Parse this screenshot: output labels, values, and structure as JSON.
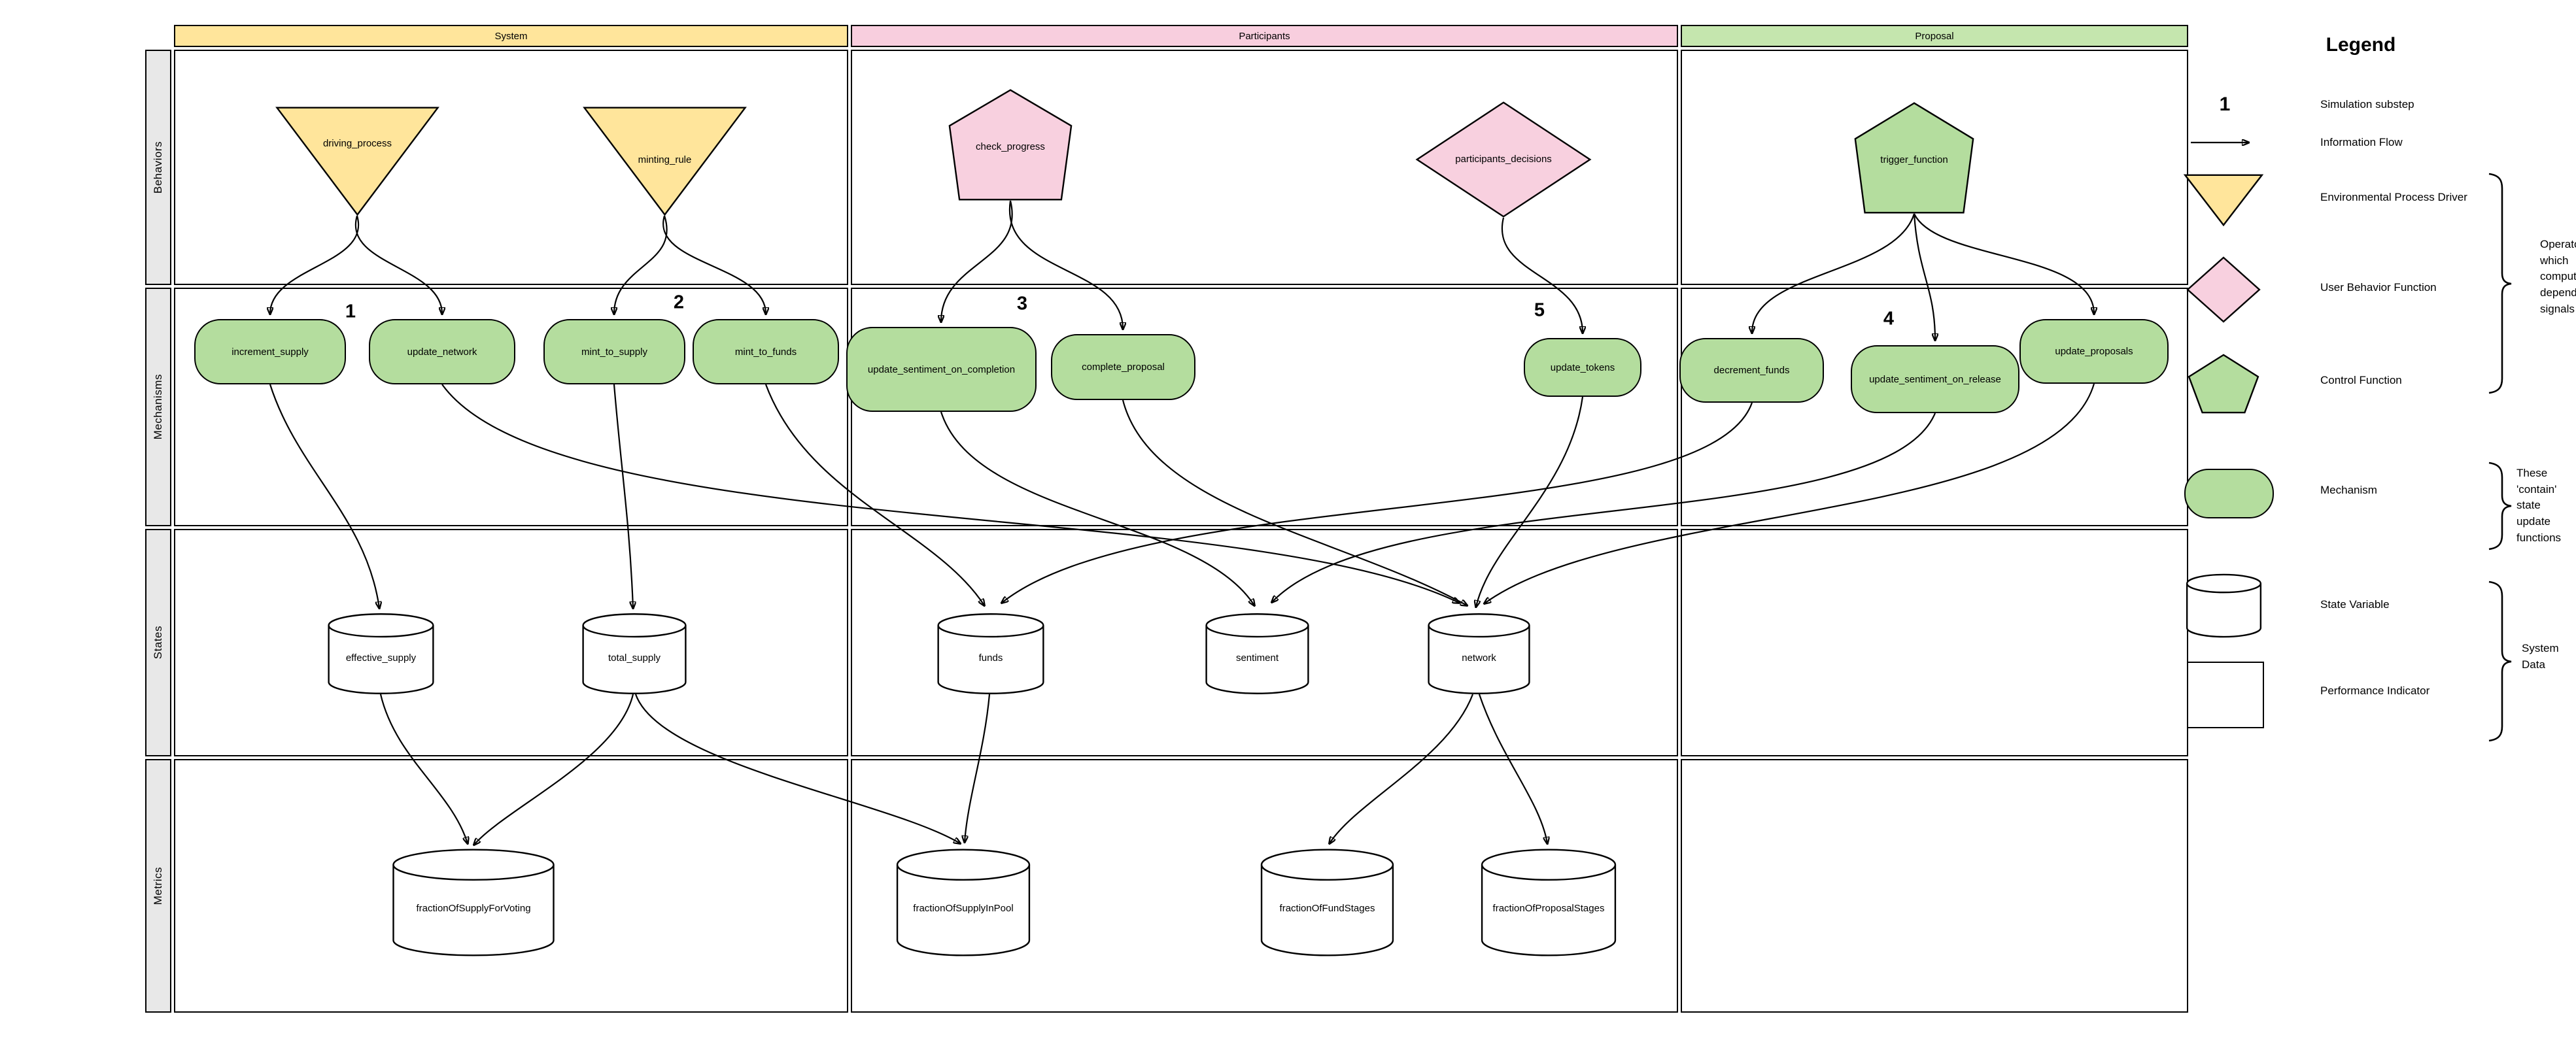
{
  "columns": {
    "system": "System",
    "participants": "Participants",
    "proposal": "Proposal"
  },
  "lanes": {
    "behaviors": "Behaviors",
    "mechanisms": "Mechanisms",
    "states": "States",
    "metrics": "Metrics"
  },
  "substeps": {
    "s1": "1",
    "s2": "2",
    "s3": "3",
    "s4": "4",
    "s5": "5"
  },
  "nodes": {
    "driving_process": "driving_process",
    "minting_rule": "minting_rule",
    "check_progress": "check_progress",
    "participants_decisions": "participants_decisions",
    "trigger_function": "trigger_function",
    "increment_supply": "increment_supply",
    "update_network": "update_network",
    "mint_to_supply": "mint_to_supply",
    "mint_to_funds": "mint_to_funds",
    "update_sentiment_on_completion": "update_sentiment_on_completion",
    "complete_proposal": "complete_proposal",
    "update_tokens": "update_tokens",
    "decrement_funds": "decrement_funds",
    "update_sentiment_on_release": "update_sentiment_on_release",
    "update_proposals": "update_proposals",
    "effective_supply": "effective_supply",
    "total_supply": "total_supply",
    "funds": "funds",
    "sentiment": "sentiment",
    "network": "network",
    "fractionOfSupplyForVoting": "fractionOfSupplyForVoting",
    "fractionOfSupplyInPool": "fractionOfSupplyInPool",
    "fractionOfFundStages": "fractionOfFundStages",
    "fractionOfProposalStages": "fractionOfProposalStages"
  },
  "legend": {
    "title": "Legend",
    "substep_symbol": "1",
    "items": {
      "simulation_substep": "Simulation substep",
      "information_flow": "Information Flow",
      "environmental_process_driver": "Environmental Process Driver",
      "user_behavior_function": "User Behavior Function",
      "control_function": "Control Function",
      "mechanism": "Mechanism",
      "state_variable": "State Variable",
      "performance_indicator": "Performance Indicator"
    },
    "notes": {
      "operators": "Operators which compute state dependent signals",
      "contain": "These 'contain' state update functions",
      "system_data": "System Data"
    }
  },
  "colors": {
    "column_yellow": "#ffe59b",
    "column_pink": "#f8cede",
    "column_green": "#c5e6ae",
    "shape_green": "#b4dd9e",
    "shape_pink": "#f8d0df",
    "lane_gray": "#e8e8e8",
    "line_black": "#000000"
  }
}
